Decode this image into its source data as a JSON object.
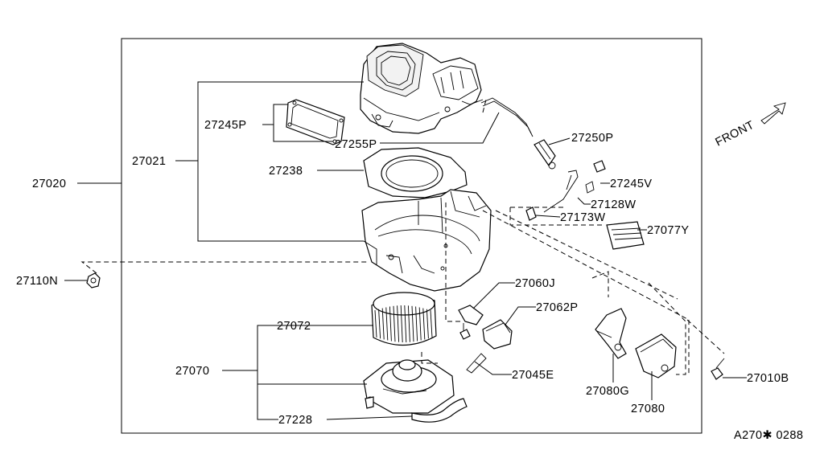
{
  "diagram": {
    "front_label": "FRONT",
    "ref_code": "A270✱ 0288",
    "labels": {
      "p27020": "27020",
      "p27021": "27021",
      "p27245P": "27245P",
      "p27255P": "27255P",
      "p27238": "27238",
      "p27250P": "27250P",
      "p27245V": "27245V",
      "p27128W": "27128W",
      "p27173W": "27173W",
      "p27077Y": "27077Y",
      "p27110N": "27110N",
      "p27060J": "27060J",
      "p27062P": "27062P",
      "p27072": "27072",
      "p27070": "27070",
      "p27045E": "27045E",
      "p27080G": "27080G",
      "p27080": "27080",
      "p27010B": "27010B",
      "p27228": "27228"
    }
  }
}
